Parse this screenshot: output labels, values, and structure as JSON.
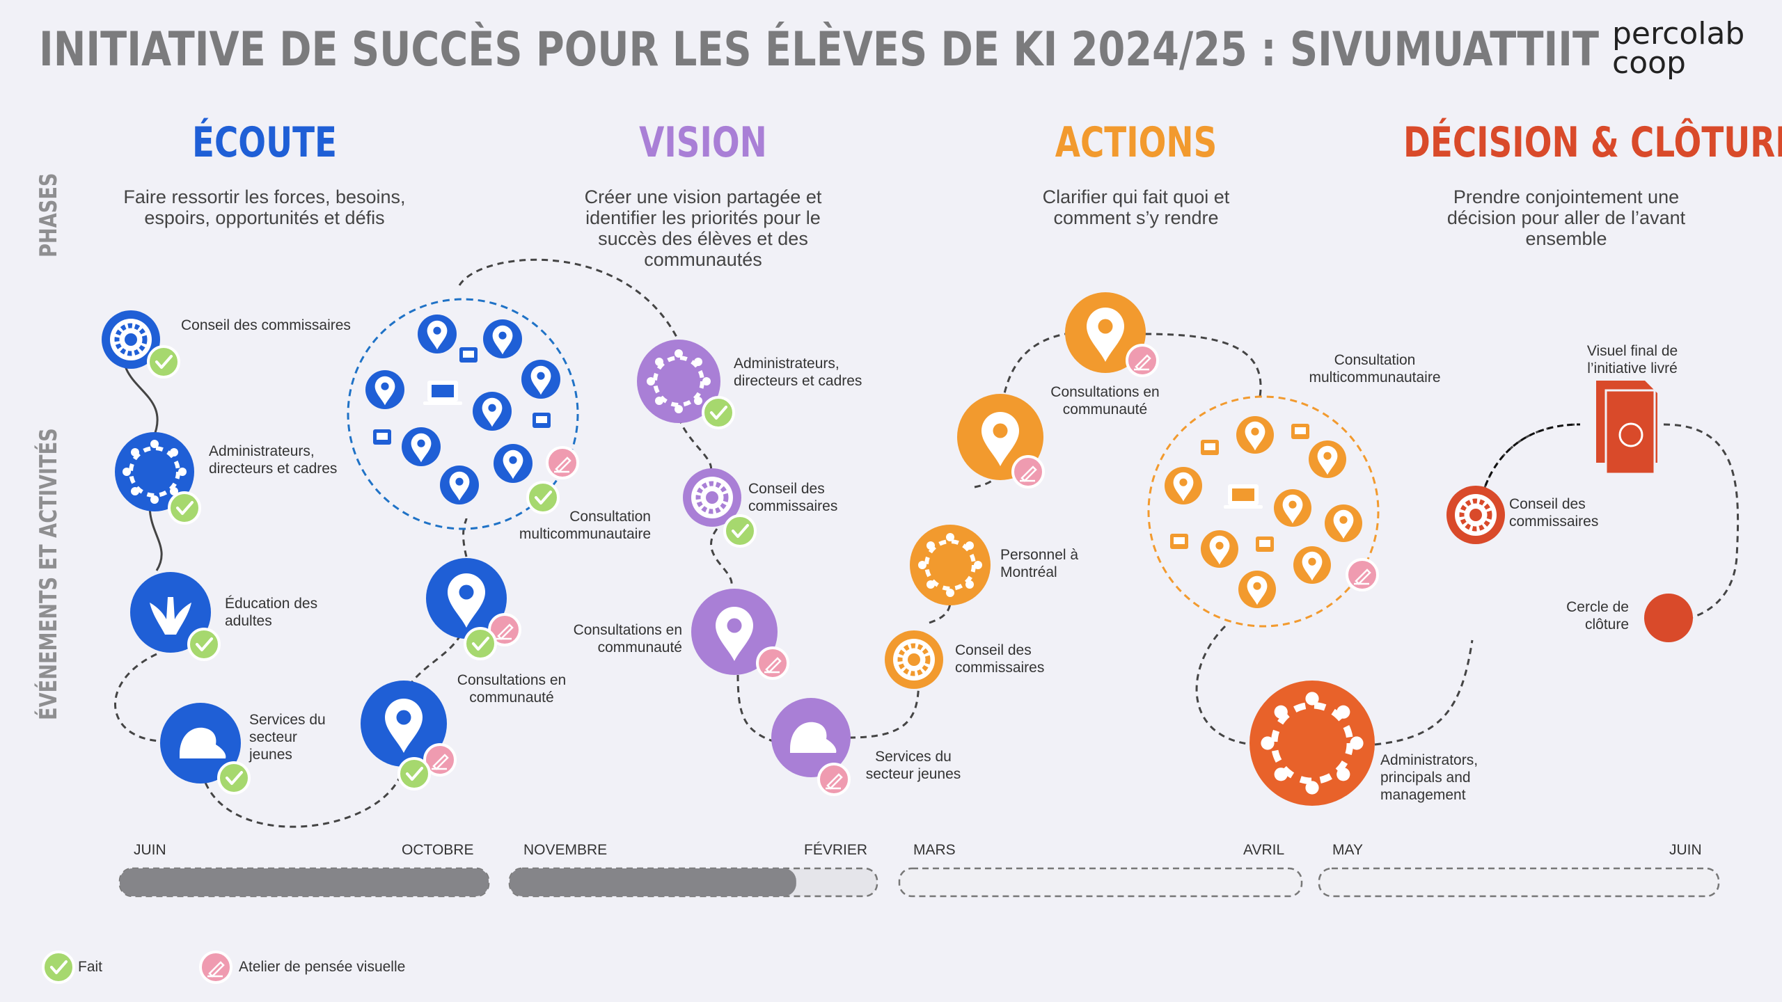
{
  "header": {
    "title": "INITIATIVE DE SUCCÈS POUR LES ÉLÈVES DE KI 2024/25 : SIVUMUATTIIT",
    "logo_line1": "percolab",
    "logo_line2": "coop"
  },
  "side_labels": {
    "phases": "PHASES",
    "events": "ÉVÉNEMENTS ET ACTIVITÉS"
  },
  "phases": [
    {
      "title": "ÉCOUTE",
      "color": "#1f5fd6",
      "description": "Faire ressortir les forces, besoins, espoirs, opportunités et défis"
    },
    {
      "title": "VISION",
      "color": "#a97fd6",
      "description": "Créer une vision partagée et identifier les priorités pour le succès des élèves et des communautés"
    },
    {
      "title": "ACTIONS",
      "color": "#f29a2e",
      "description": "Clarifier qui fait quoi et comment s’y rendre"
    },
    {
      "title": "DÉCISION & CLÔTURE",
      "color": "#d94a2a",
      "description": "Prendre conjointement une décision pour aller de l’avant ensemble"
    }
  ],
  "activities": {
    "ecoute": [
      "Conseil des commissaires",
      "Administrateurs, directeurs et cadres",
      "Éducation des adultes",
      "Services du secteur jeunes",
      "Consultations en communauté",
      "Consultations en communauté",
      "Consultation multicommunautaire"
    ],
    "vision": [
      "Administrateurs, directeurs et cadres",
      "Conseil des commissaires",
      "Consultations en communauté",
      "Services du secteur jeunes"
    ],
    "actions": [
      "Conseil des commissaires",
      "Personnel à Montréal",
      "Consultations en communauté",
      "Consultations en communauté",
      "Consultation multicommunautaire",
      "Administrators, principals and management"
    ],
    "decision": [
      "Visuel final de l’initiative livré",
      "Conseil des commissaires",
      "Cercle de clôture"
    ]
  },
  "timeline": {
    "months": [
      "JUIN",
      "OCTOBRE",
      "NOVEMBRE",
      "FÉVRIER",
      "MARS",
      "AVRIL",
      "MAY",
      "JUIN"
    ],
    "progress": [
      1.0,
      0.78,
      0.0,
      0.0
    ]
  },
  "legend": {
    "done": "Fait",
    "workshop": "Atelier de pensée visuelle"
  },
  "colors": {
    "blue": "#1f5fd6",
    "purple": "#a97fd6",
    "orange": "#f29a2e",
    "red": "#d94a2a",
    "done_green": "#a6d86e",
    "workshop_pink": "#ef9bb0"
  },
  "icons": [
    "council-icon",
    "circle-people-icon",
    "whale-tail-icon",
    "seal-icon",
    "location-pin-icon",
    "laptop-icon",
    "document-icon",
    "check-icon",
    "pencil-icon"
  ]
}
